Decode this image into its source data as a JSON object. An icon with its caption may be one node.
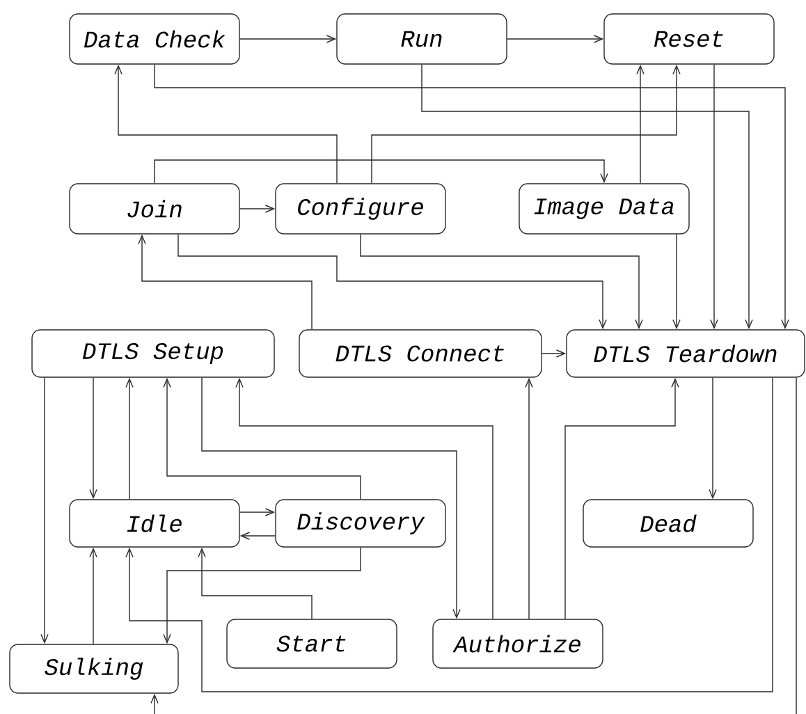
{
  "diagram": {
    "nodes": [
      {
        "text": [
          "Data Check"
        ]
      },
      {
        "text": [
          "Run"
        ]
      },
      {
        "text": [
          "Reset"
        ]
      },
      {
        "text": [
          "Join"
        ]
      },
      {
        "text": [
          "Configure"
        ]
      },
      {
        "text": [
          "Image Data"
        ]
      },
      {
        "text": [
          "DTLS Setup"
        ]
      },
      {
        "text": [
          "DTLS Connect"
        ]
      },
      {
        "text": [
          "DTLS Teardown"
        ]
      },
      {
        "text": [
          "Idle"
        ]
      },
      {
        "text": [
          "Discovery"
        ]
      },
      {
        "text": [
          "Dead"
        ]
      },
      {
        "text": [
          "Start"
        ]
      },
      {
        "text": [
          "Authorize"
        ]
      },
      {
        "text": [
          "Sulking"
        ]
      }
    ],
    "edges": [
      {
        "from": 0,
        "to": 1,
        "arrow": "to"
      },
      {
        "from": 1,
        "to": 2,
        "arrow": "to"
      },
      {
        "from": 0,
        "to": 8,
        "arrow": "to"
      },
      {
        "from": 1,
        "to": 8,
        "arrow": "to"
      },
      {
        "from": 2,
        "to": 8,
        "arrow": "to"
      },
      {
        "from": 4,
        "to": 0,
        "arrow": "to"
      },
      {
        "from": 4,
        "to": 2,
        "arrow": "to"
      },
      {
        "from": 3,
        "to": 5,
        "arrow": "to"
      },
      {
        "from": 3,
        "to": 4,
        "arrow": "to"
      },
      {
        "from": 5,
        "to": 2,
        "arrow": "to"
      },
      {
        "from": 5,
        "to": 8,
        "arrow": "to"
      },
      {
        "from": 4,
        "to": 8,
        "arrow": "to"
      },
      {
        "from": 3,
        "to": 8,
        "arrow": "to"
      },
      {
        "from": 7,
        "to": 3,
        "arrow": "to"
      },
      {
        "from": 7,
        "to": 8,
        "arrow": "to"
      },
      {
        "from": 8,
        "to": 11,
        "arrow": "to"
      },
      {
        "from": 8,
        "to": 9,
        "arrow": "to"
      },
      {
        "from": 8,
        "to": 14,
        "arrow": "to"
      },
      {
        "from": 6,
        "to": 14,
        "arrow": "to"
      },
      {
        "from": 6,
        "to": 9,
        "arrow": "to"
      },
      {
        "from": 9,
        "to": 6,
        "arrow": "to"
      },
      {
        "from": 10,
        "to": 6,
        "arrow": "to"
      },
      {
        "from": 6,
        "to": 13,
        "arrow": "to"
      },
      {
        "from": 13,
        "to": 6,
        "arrow": "to"
      },
      {
        "from": 13,
        "to": 7,
        "arrow": "to"
      },
      {
        "from": 13,
        "to": 8,
        "arrow": "to"
      },
      {
        "from": 9,
        "to": 10,
        "arrow": "to"
      },
      {
        "from": 10,
        "to": 9,
        "arrow": "to"
      },
      {
        "from": 10,
        "to": 14,
        "arrow": "to"
      },
      {
        "from": 12,
        "to": 9,
        "arrow": "to"
      },
      {
        "from": 14,
        "to": 9,
        "arrow": "to"
      }
    ]
  }
}
